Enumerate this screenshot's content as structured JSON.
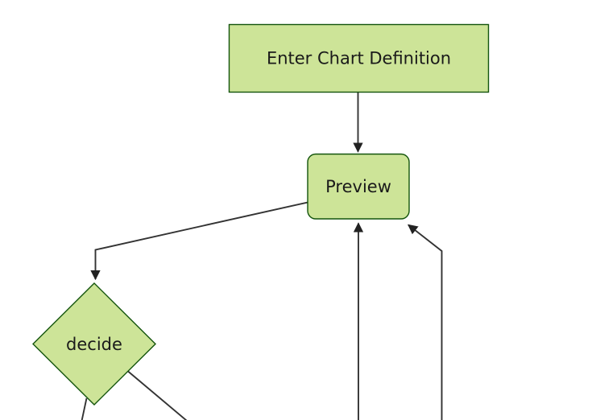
{
  "diagram": {
    "kind": "flowchart",
    "orientation": "top-down",
    "theme": {
      "background": "#ffffff",
      "node_fill": "#cde498",
      "node_border": "#13540c",
      "edge_color": "#333333",
      "arrowhead_color": "#222222",
      "label_color": "#1a1a1a"
    },
    "nodes": [
      {
        "id": "enter-chart-definition",
        "shape": "rectangle",
        "label": "Enter Chart Definition"
      },
      {
        "id": "preview",
        "shape": "rounded-rectangle",
        "label": "Preview"
      },
      {
        "id": "decide",
        "shape": "diamond",
        "label": "decide"
      }
    ],
    "edges": [
      {
        "from": "enter-chart-definition",
        "to": "preview",
        "arrowhead": true
      },
      {
        "from": "preview",
        "to": "decide",
        "arrowhead": true
      },
      {
        "from": "decide",
        "to": "offscreen-bottom-left",
        "arrowhead": false
      },
      {
        "from": "decide",
        "to": "offscreen-bottom-right",
        "arrowhead": false
      },
      {
        "from": "offscreen-bottom-center",
        "to": "preview",
        "arrowhead": true
      },
      {
        "from": "offscreen-bottom-right",
        "to": "preview",
        "arrowhead": true
      }
    ]
  }
}
